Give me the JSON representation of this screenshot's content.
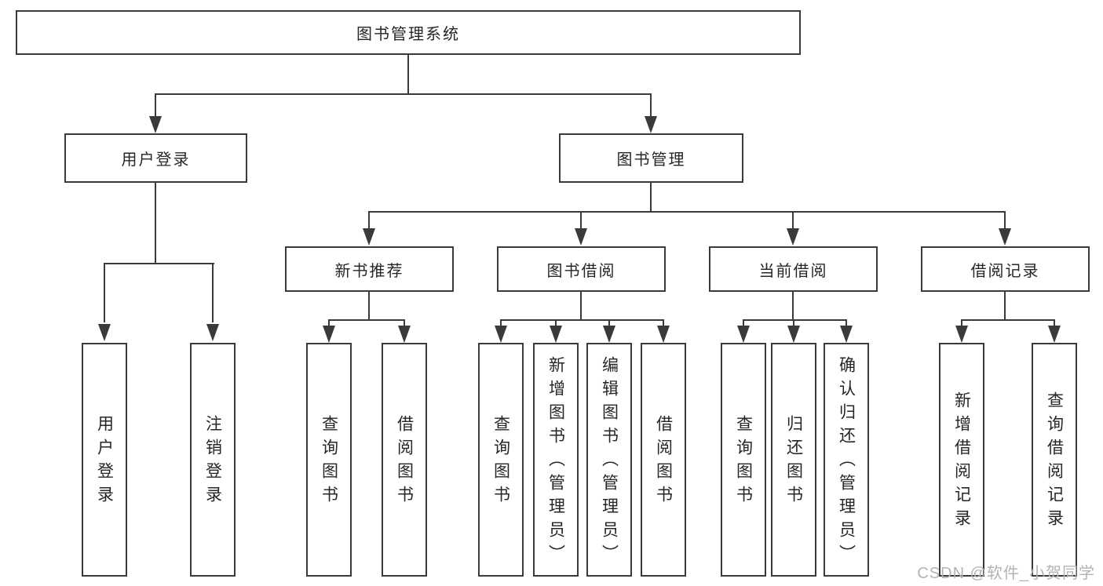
{
  "tree": {
    "root": {
      "label": "图书管理系统",
      "children": [
        {
          "label": "用户登录",
          "children": [
            {
              "label": "用户登录"
            },
            {
              "label": "注销登录"
            }
          ]
        },
        {
          "label": "图书管理",
          "children": [
            {
              "label": "新书推荐",
              "children": [
                {
                  "label": "查询图书"
                },
                {
                  "label": "借阅图书"
                }
              ]
            },
            {
              "label": "图书借阅",
              "children": [
                {
                  "label": "查询图书"
                },
                {
                  "label": "新增图书（管理员）"
                },
                {
                  "label": "编辑图书（管理员）"
                },
                {
                  "label": "借阅图书"
                }
              ]
            },
            {
              "label": "当前借阅",
              "children": [
                {
                  "label": "查询图书"
                },
                {
                  "label": "归还图书"
                },
                {
                  "label": "确认归还（管理员）"
                }
              ]
            },
            {
              "label": "借阅记录",
              "children": [
                {
                  "label": "新增借阅记录"
                },
                {
                  "label": "查询借阅记录"
                }
              ]
            }
          ]
        }
      ]
    }
  },
  "watermark": "CSDN @软件_小贺同学",
  "colors": {
    "line": "#3a3a3a",
    "box_bg": "#ffffff",
    "text": "#262626",
    "watermark": "#b3b3b3"
  }
}
